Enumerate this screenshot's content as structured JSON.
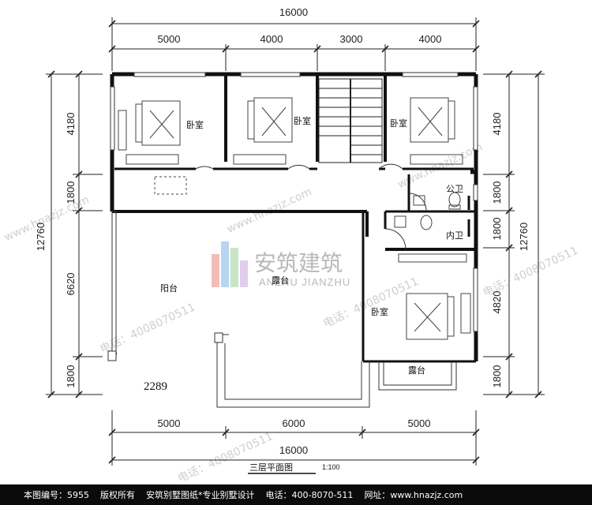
{
  "dims": {
    "top_total": "16000",
    "top": [
      "5000",
      "4000",
      "3000",
      "4000"
    ],
    "bottom": [
      "5000",
      "6000",
      "5000"
    ],
    "bottom_total": "16000",
    "left": [
      "4180",
      "1800",
      "6620",
      "1800"
    ],
    "left_total": "12760",
    "right": [
      "4180",
      "1800",
      "1800",
      "4820",
      "1800"
    ],
    "right_total": "12760"
  },
  "rooms": {
    "bed1": "卧室",
    "bed2": "卧室",
    "bed3": "卧室",
    "bed4": "卧室",
    "public_wc": "公卫",
    "inner_wc": "内卫",
    "balcony": "阳台",
    "terrace": "露台",
    "terrace_small": "露台"
  },
  "note_number": "2289",
  "logo": {
    "cn": "安筑建筑",
    "en": "ANZHU JIANZHU"
  },
  "watermarks": {
    "phone": "电话：4008070511",
    "site": "www.hnazjz.com"
  },
  "title": "三层平面图",
  "scale": "1:100",
  "footer": {
    "code_label": "本图编号：5955",
    "copyright": "版权所有",
    "slogan": "安筑别墅图纸*专业别墅设计",
    "phone_label": "电话：400-8070-511",
    "site_label": "网址：www.hnazjz.com"
  }
}
